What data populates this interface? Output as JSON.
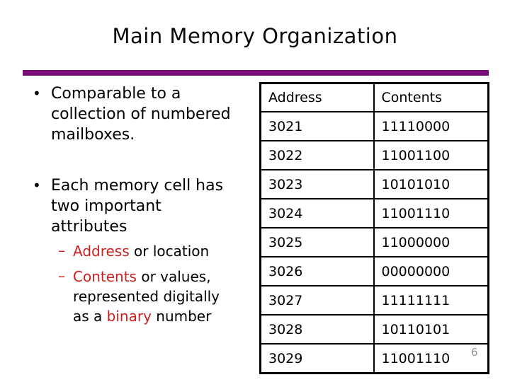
{
  "slide": {
    "title": "Main Memory Organization",
    "page_number": "6"
  },
  "colors": {
    "accent_line": "#7A0C7A",
    "highlight_red": "#CC2020"
  },
  "bullets": {
    "marker": "•",
    "dash": "–",
    "bullet1": {
      "lines": [
        "Comparable to a",
        "collection of numbered",
        "mailboxes."
      ]
    },
    "bullet2": {
      "lines": [
        "Each memory cell has",
        "two important",
        "attributes"
      ]
    },
    "sub1": {
      "red": "Address",
      "rest": " or location"
    },
    "sub2": {
      "line1_red": "Contents",
      "line1_rest": " or values,",
      "line2": "represented digitally",
      "line3_pre": "as a ",
      "line3_red": "binary",
      "line3_post": " number"
    }
  },
  "table": {
    "headers": [
      "Address",
      "Contents"
    ],
    "rows": [
      {
        "address": "3021",
        "contents": "11110000"
      },
      {
        "address": "3022",
        "contents": "11001100"
      },
      {
        "address": "3023",
        "contents": "10101010"
      },
      {
        "address": "3024",
        "contents": "11001110"
      },
      {
        "address": "3025",
        "contents": "11000000"
      },
      {
        "address": "3026",
        "contents": "00000000"
      },
      {
        "address": "3027",
        "contents": "11111111"
      },
      {
        "address": "3028",
        "contents": "10110101"
      },
      {
        "address": "3029",
        "contents": "11001110"
      }
    ]
  }
}
